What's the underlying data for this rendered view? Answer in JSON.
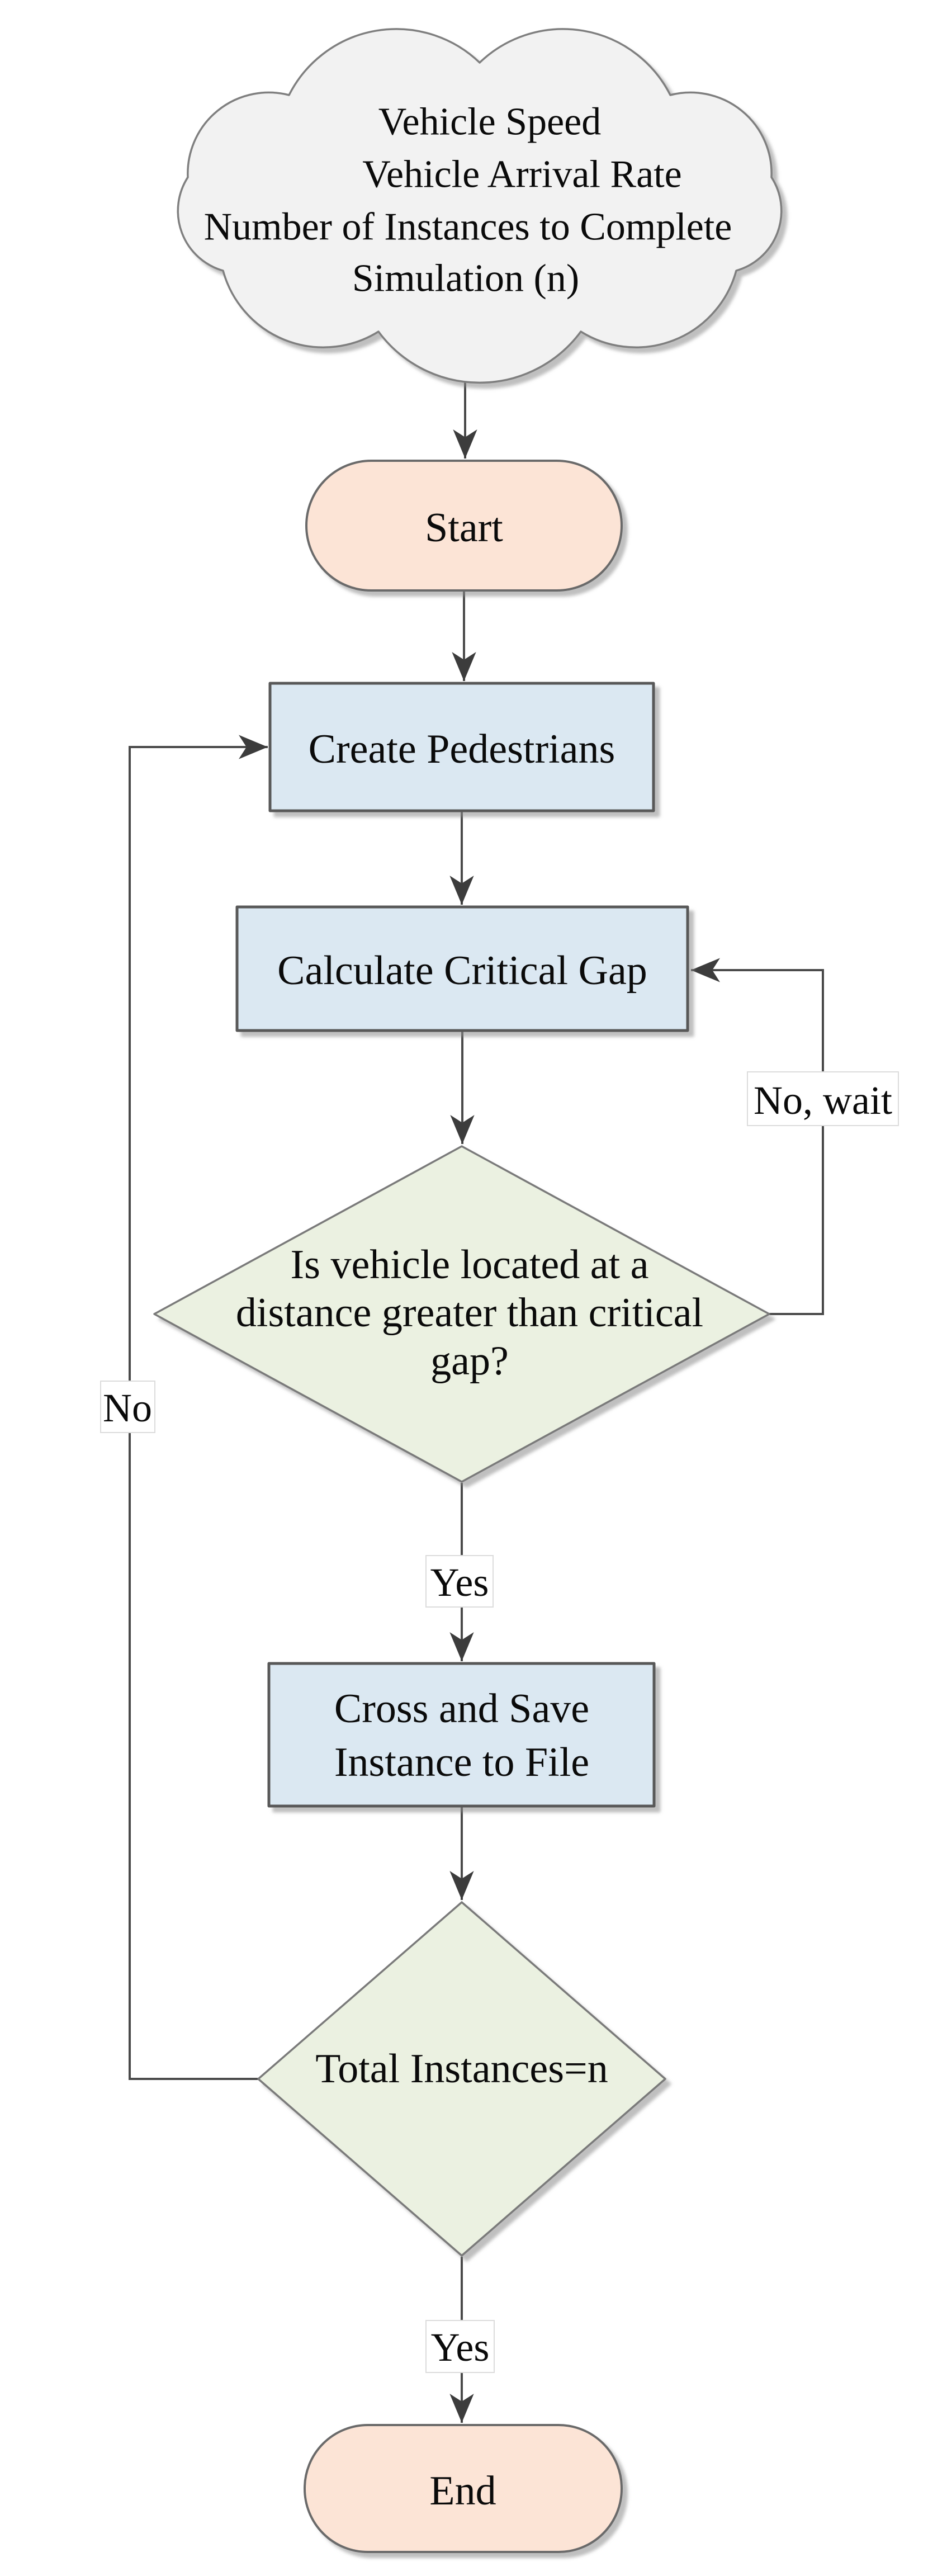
{
  "diagram": {
    "type": "flowchart",
    "title_semantic": "Pedestrian crossing simulation flowchart",
    "colors": {
      "background": "#ffffff",
      "cloud_fill": "#f2f2f2",
      "terminator_fill": "#fce4d6",
      "process_fill": "#dbe8f2",
      "decision_fill": "#ebf1e1",
      "label_fill": "#ffffff",
      "connector": "#4a4a4a",
      "text": "#0a0a0a"
    },
    "nodes": {
      "inputs_cloud": {
        "shape": "cloud",
        "lines": {
          "0": "Vehicle Speed",
          "1": "Vehicle Arrival Rate",
          "2": "Number of Instances to Complete",
          "3": "Simulation (n)"
        }
      },
      "start": {
        "shape": "terminator",
        "label": "Start"
      },
      "create_pedestrians": {
        "shape": "process",
        "label": "Create Pedestrians"
      },
      "calculate_critical_gap": {
        "shape": "process",
        "label": "Calculate Critical Gap"
      },
      "gap_decision": {
        "shape": "decision",
        "lines": {
          "0": "Is vehicle located at a",
          "1": "distance greater than critical",
          "2": "gap?"
        }
      },
      "cross_save": {
        "shape": "process",
        "lines": {
          "0": "Cross and Save",
          "1": "Instance to File"
        }
      },
      "total_decision": {
        "shape": "decision",
        "label": "Total Instances=n"
      },
      "end": {
        "shape": "terminator",
        "label": "End"
      }
    },
    "edge_labels": {
      "yes_gap": "Yes",
      "no_wait": "No, wait",
      "no_total": "No",
      "yes_total": "Yes"
    }
  }
}
